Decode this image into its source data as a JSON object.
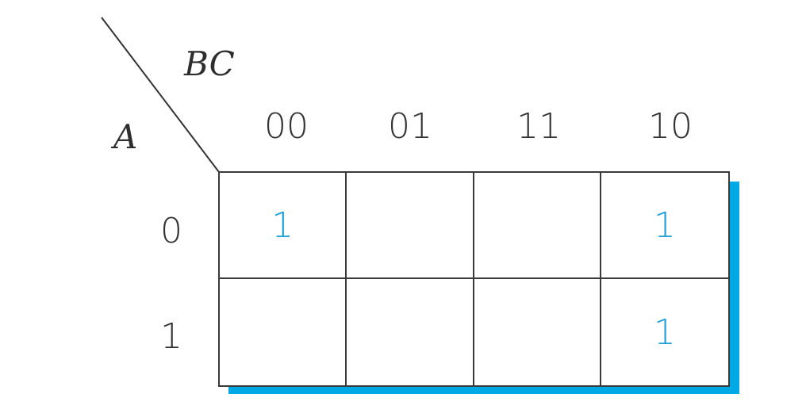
{
  "kmap": {
    "row_variable": "A",
    "col_variable": "BC",
    "col_headers": [
      "00",
      "01",
      "11",
      "10"
    ],
    "row_headers": [
      "0",
      "1"
    ],
    "cells": [
      [
        "1",
        "",
        "",
        "1"
      ],
      [
        "",
        "",
        "",
        "1"
      ]
    ],
    "colors": {
      "grid_line": "#3a3a3a",
      "cell_value": "#1ea0d8",
      "shadow": "#00a9e6",
      "label_text": "#333333"
    }
  }
}
